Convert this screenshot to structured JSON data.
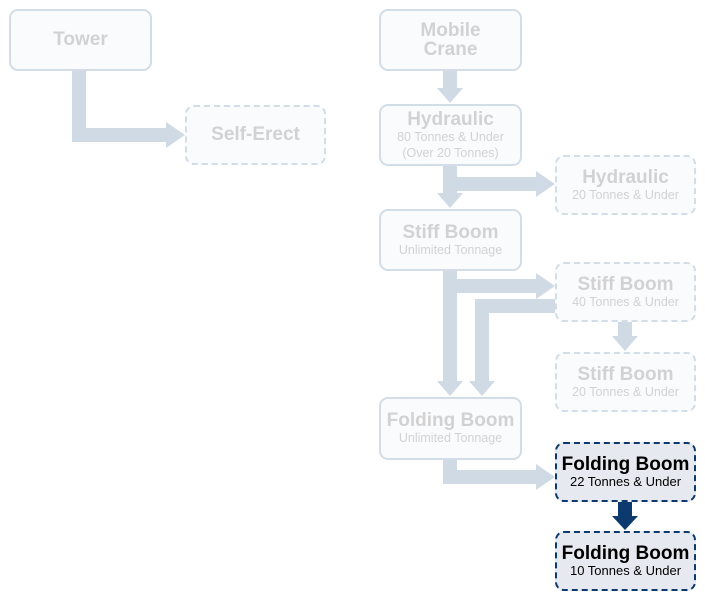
{
  "colors": {
    "inactive_border": "#d3dde8",
    "inactive_arrow": "#d0dae5",
    "inactive_text": "#d2d2d2",
    "active_border": "#0d3a6e",
    "active_arrow": "#0d3a6e",
    "active_fill": "#e6eaf0"
  },
  "nodes": {
    "tower": {
      "title": "Tower"
    },
    "self_erect": {
      "title": "Self-Erect"
    },
    "mobile_crane": {
      "title_line1": "Mobile",
      "title_line2": "Crane"
    },
    "hydraulic_80": {
      "title": "Hydraulic",
      "sub1": "80 Tonnes & Under",
      "sub2": "(Over 20 Tonnes)"
    },
    "hydraulic_20": {
      "title": "Hydraulic",
      "sub": "20 Tonnes & Under"
    },
    "stiff_unlimited": {
      "title": "Stiff Boom",
      "sub": "Unlimited Tonnage"
    },
    "stiff_40": {
      "title": "Stiff Boom",
      "sub": "40 Tonnes & Under"
    },
    "stiff_20": {
      "title": "Stiff Boom",
      "sub": "20 Tonnes & Under"
    },
    "folding_unlimited": {
      "title": "Folding Boom",
      "sub": "Unlimited Tonnage"
    },
    "folding_22": {
      "title": "Folding Boom",
      "sub": "22 Tonnes & Under"
    },
    "folding_10": {
      "title": "Folding Boom",
      "sub": "10 Tonnes & Under"
    }
  }
}
